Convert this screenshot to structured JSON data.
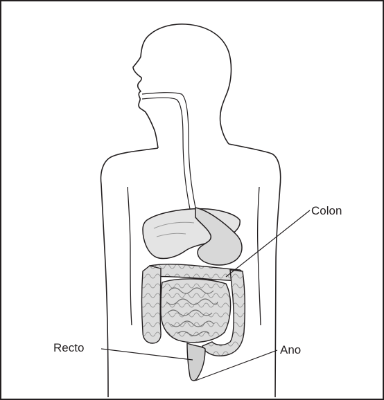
{
  "labels": {
    "colon": "Colon",
    "recto": "Recto",
    "ano": "Ano"
  },
  "colors": {
    "outline": "#231f20",
    "organ_fill": "#e8e8e8",
    "organ_shade": "#bdbdbd",
    "background": "#ffffff"
  }
}
